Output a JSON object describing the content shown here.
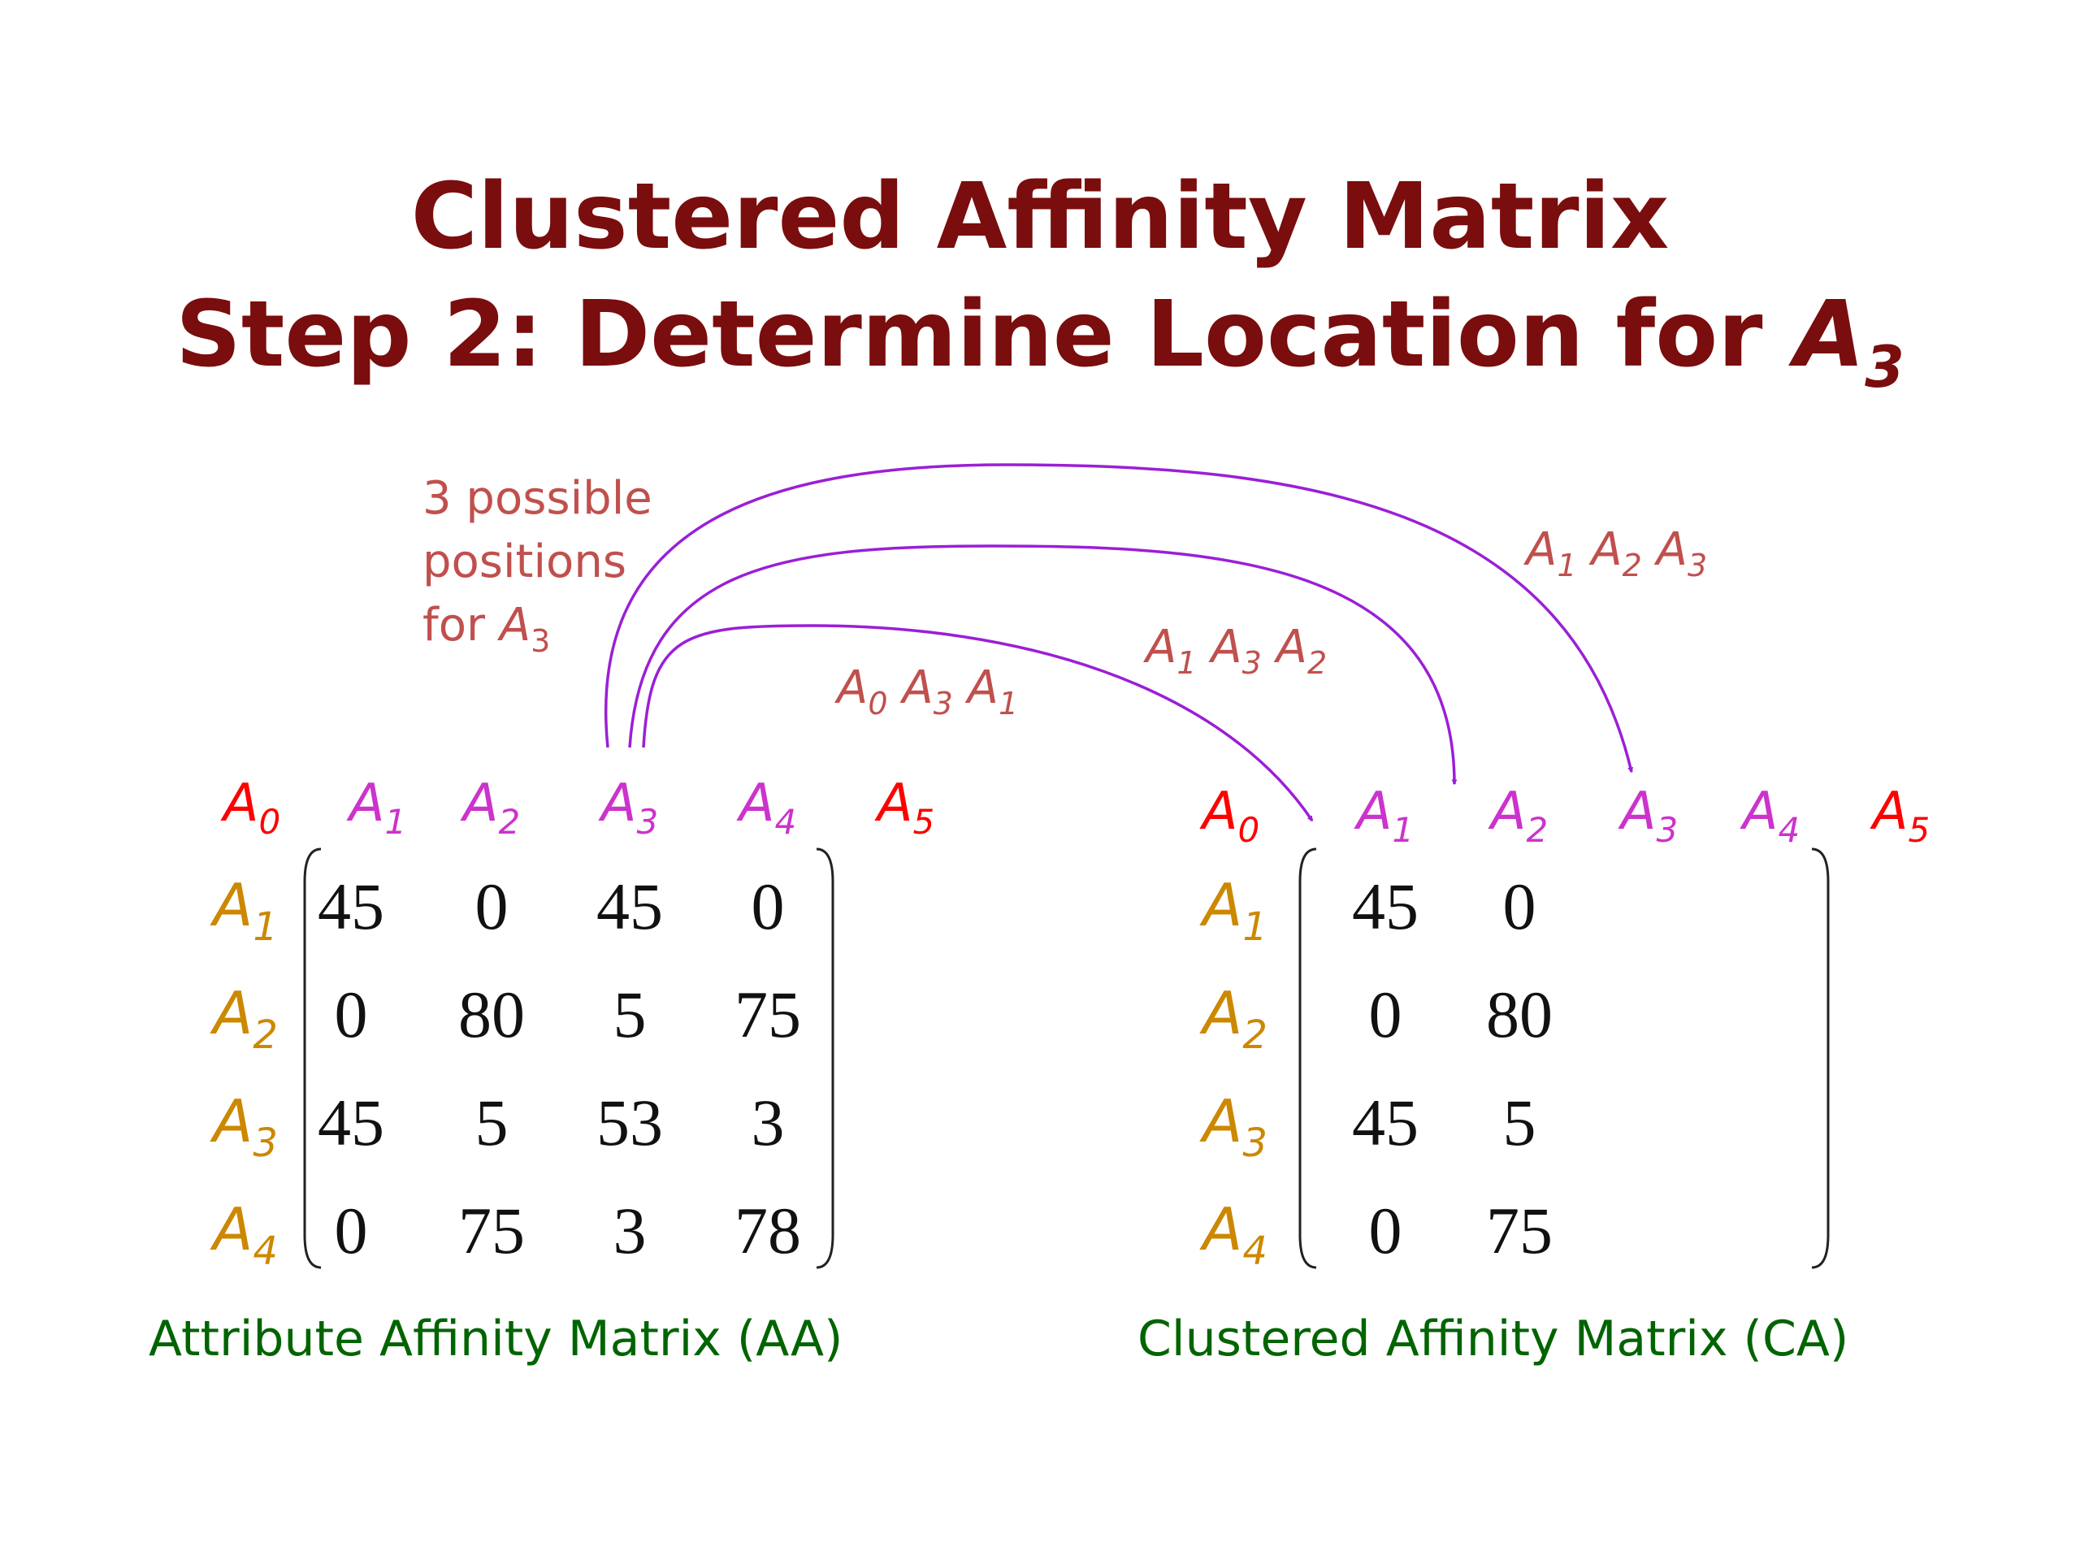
{
  "title": {
    "line1": "Clustered Affinity Matrix",
    "line2_prefix": "Step 2:  Determine Location for ",
    "line2_attr": "A",
    "line2_attr_sub": "3"
  },
  "note": {
    "line1": "3 possible",
    "line2": "positions",
    "line3_prefix": "for ",
    "line3_attr": "A",
    "line3_attr_sub": "3"
  },
  "colors": {
    "title": "#7a0d0d",
    "note": "#c0504d",
    "arrow": "#9b1fd6",
    "header_end": "#ff0000",
    "header_mid": "#cc33cc",
    "row_label": "#cc8800",
    "caption": "#006400",
    "number": "#111111"
  },
  "option_labels": [
    [
      {
        "t": "A",
        "s": "0"
      },
      {
        "t": "A",
        "s": "3"
      },
      {
        "t": "A",
        "s": "1"
      }
    ],
    [
      {
        "t": "A",
        "s": "1"
      },
      {
        "t": "A",
        "s": "3"
      },
      {
        "t": "A",
        "s": "2"
      }
    ],
    [
      {
        "t": "A",
        "s": "1"
      },
      {
        "t": "A",
        "s": "2"
      },
      {
        "t": "A",
        "s": "3"
      }
    ]
  ],
  "aa": {
    "col_headers": [
      {
        "t": "A",
        "s": "0",
        "kind": "end"
      },
      {
        "t": "A",
        "s": "1",
        "kind": "mid"
      },
      {
        "t": "A",
        "s": "2",
        "kind": "mid"
      },
      {
        "t": "A",
        "s": "3",
        "kind": "mid"
      },
      {
        "t": "A",
        "s": "4",
        "kind": "mid"
      },
      {
        "t": "A",
        "s": "5",
        "kind": "end"
      }
    ],
    "row_headers": [
      {
        "t": "A",
        "s": "1"
      },
      {
        "t": "A",
        "s": "2"
      },
      {
        "t": "A",
        "s": "3"
      },
      {
        "t": "A",
        "s": "4"
      }
    ],
    "rows": [
      [
        "45",
        "0",
        "45",
        "0"
      ],
      [
        "0",
        "80",
        "5",
        "75"
      ],
      [
        "45",
        "5",
        "53",
        "3"
      ],
      [
        "0",
        "75",
        "3",
        "78"
      ]
    ],
    "caption": "Attribute Affinity Matrix (AA)"
  },
  "ca": {
    "col_headers": [
      {
        "t": "A",
        "s": "0",
        "kind": "end"
      },
      {
        "t": "A",
        "s": "1",
        "kind": "mid"
      },
      {
        "t": "A",
        "s": "2",
        "kind": "mid"
      },
      {
        "t": "A",
        "s": "3",
        "kind": "mid"
      },
      {
        "t": "A",
        "s": "4",
        "kind": "mid"
      },
      {
        "t": "A",
        "s": "5",
        "kind": "end"
      }
    ],
    "row_headers": [
      {
        "t": "A",
        "s": "1"
      },
      {
        "t": "A",
        "s": "2"
      },
      {
        "t": "A",
        "s": "3"
      },
      {
        "t": "A",
        "s": "4"
      }
    ],
    "rows": [
      [
        "45",
        "0"
      ],
      [
        "0",
        "80"
      ],
      [
        "45",
        "5"
      ],
      [
        "0",
        "75"
      ]
    ],
    "caption": "Clustered Affinity Matrix (CA)"
  }
}
